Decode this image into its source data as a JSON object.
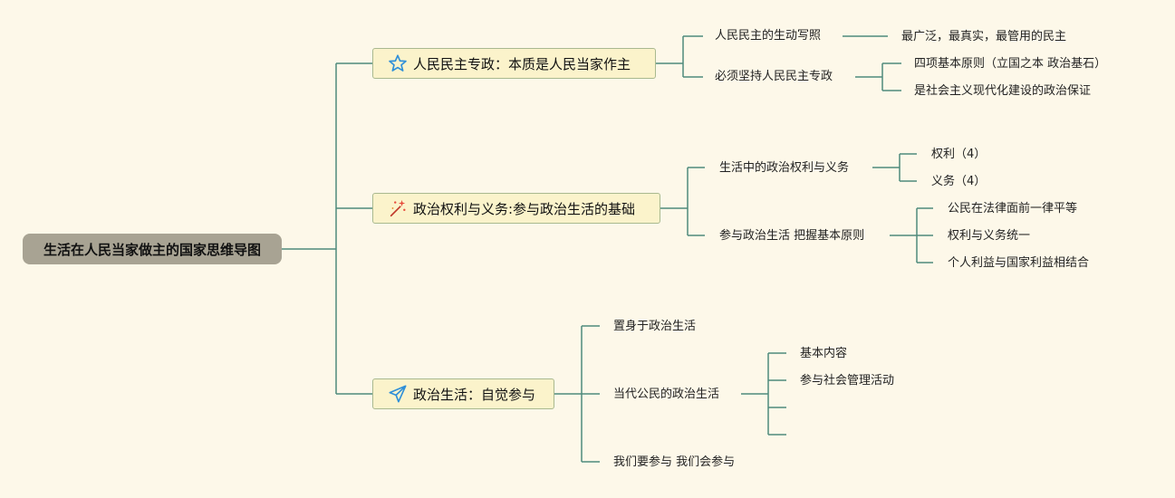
{
  "root": "生活在人民当家做主的国家思维导图",
  "branches": [
    {
      "label": "人民民主专政：本质是人民当家作主",
      "icon": "star-icon",
      "children": [
        {
          "label": "人民民主的生动写照",
          "children": [
            "最广泛，最真实，最管用的民主"
          ]
        },
        {
          "label": "必须坚持人民民主专政",
          "children": [
            "四项基本原则（立国之本 政治基石）",
            "是社会主义现代化建设的政治保证"
          ]
        }
      ]
    },
    {
      "label": "政治权利与义务:参与政治生活的基础",
      "icon": "sparkle-icon",
      "children": [
        {
          "label": "生活中的政治权利与义务",
          "children": [
            "权利（4）",
            "义务（4）"
          ]
        },
        {
          "label": "参与政治生活 把握基本原则",
          "children": [
            "公民在法律面前一律平等",
            "权利与义务统一",
            "个人利益与国家利益相结合"
          ]
        }
      ]
    },
    {
      "label": "政治生活：自觉参与",
      "icon": "send-icon",
      "children": [
        {
          "label": "置身于政治生活",
          "children": []
        },
        {
          "label": "当代公民的政治生活",
          "children": [
            "基本内容",
            "参与社会管理活动",
            "",
            ""
          ]
        },
        {
          "label": "我们要参与 我们会参与",
          "children": []
        }
      ]
    }
  ],
  "colors": {
    "line": "#4f8a7c",
    "background": "#fdf8e9",
    "root": "#a8a393",
    "box": "#fbf3cb"
  }
}
